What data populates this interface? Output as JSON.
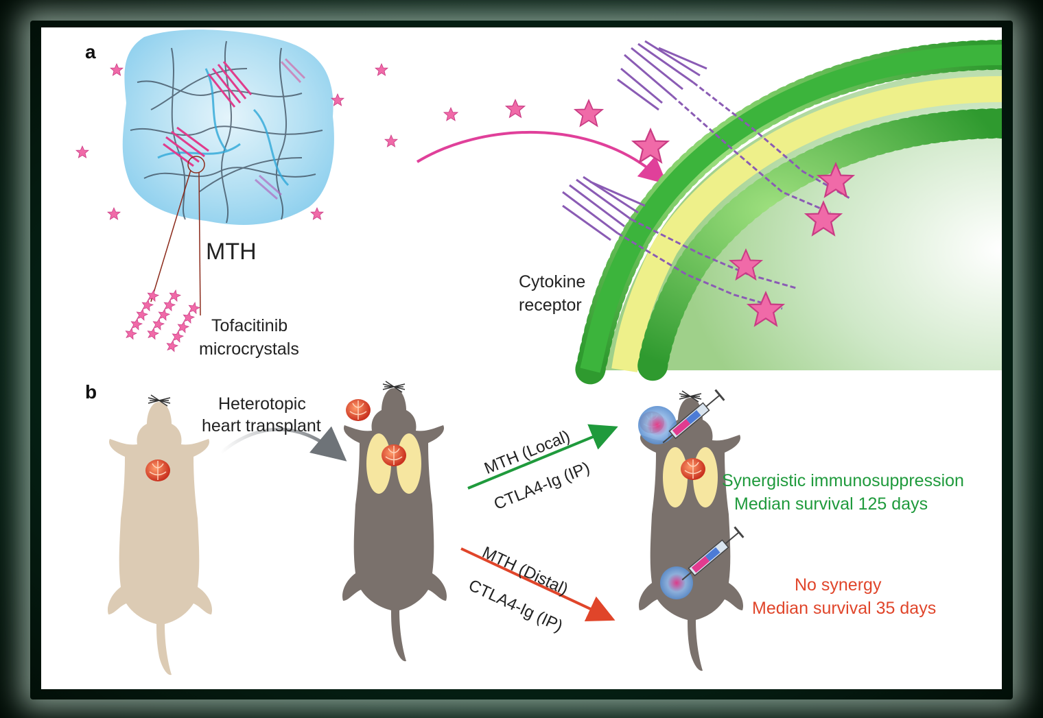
{
  "panel_a": {
    "letter": "a",
    "hydrogel_label": "MTH",
    "crystal_label_line1": "Tofacitinib",
    "crystal_label_line2": "microcrystals",
    "receptor_label_line1": "Cytokine",
    "receptor_label_line2": "receptor"
  },
  "panel_b": {
    "letter": "b",
    "transplant_label_line1": "Heterotopic",
    "transplant_label_line2": "heart transplant",
    "local_arrow_top": "MTH (Local)",
    "local_arrow_bottom": "CTLA4-Ig (IP)",
    "distal_arrow_top": "MTH (Distal)",
    "distal_arrow_bottom": "CTLA4-Ig (IP)",
    "local_outcome_line1": "Synergistic immunosuppression",
    "local_outcome_line2": "Median survival 125 days",
    "distal_outcome_line1": "No synergy",
    "distal_outcome_line2": "Median survival 35 days"
  },
  "colors": {
    "frame": "#06291a",
    "gel": "#a9dcf2",
    "drug_star": "#e8559a",
    "receptor": "#8a5bb4",
    "membrane_green": "#3cb43c",
    "membrane_yellow": "#eef08a",
    "local_green": "#1f9a3c",
    "distal_red": "#e0452a",
    "mouse_donor": "#dccbb4",
    "mouse_recipient": "#7a716c"
  }
}
